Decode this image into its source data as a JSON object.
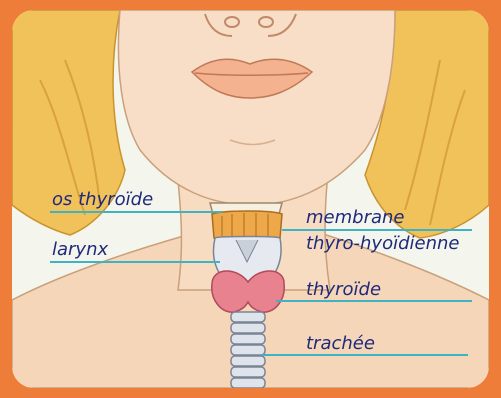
{
  "colors": {
    "frame": "#ef7d3a",
    "label_text": "#1f2a7a",
    "leader_line": "#3fb3c4",
    "thyroid": "#e8828f",
    "hair": "#f2c25a"
  },
  "labels": {
    "os_thyroide": "os thyroïde",
    "larynx": "larynx",
    "membrane_line1": "membrane",
    "membrane_line2": "thyro-hyoïdienne",
    "thyroide": "thyroïde",
    "trachee": "trachée"
  }
}
